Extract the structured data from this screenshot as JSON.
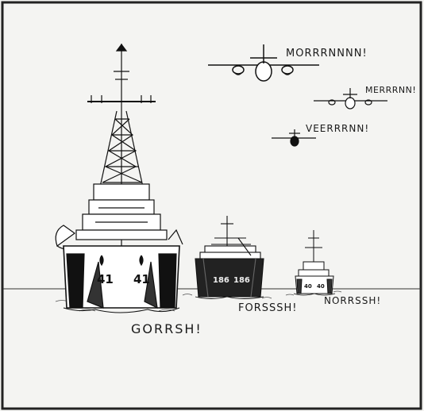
{
  "cartoon": {
    "sound_effects": {
      "plane_large": "MORRRNNNN!",
      "plane_medium": "MERRRNN!",
      "plane_small": "VEERRRNN!",
      "ship_large": "GORRSH!",
      "ship_medium": "FORSSSH!",
      "ship_small": "NORRSSH!"
    },
    "hull_numbers": {
      "large_left": "41",
      "large_right": "41",
      "medium_left": "186",
      "medium_right": "186",
      "small_left": "40",
      "small_right": "40"
    }
  }
}
